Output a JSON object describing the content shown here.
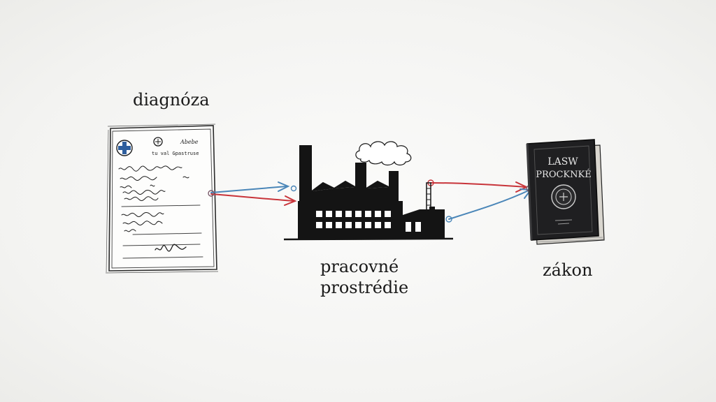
{
  "nodes": {
    "diagnosis": {
      "label": "diagnóza"
    },
    "workplace": {
      "label_line1": "pracovné",
      "label_line2": "prostrédie"
    },
    "law": {
      "label": "zákon"
    }
  },
  "document": {
    "header_text": "tu val Gpastruse",
    "corner_text": "Abebe"
  },
  "book": {
    "title_line1": "LASW",
    "title_line2": "PROCKNKÉ"
  },
  "colors": {
    "ink": "#1a1a1a",
    "arrow_red": "#c8343a",
    "arrow_blue": "#4a86b8",
    "cloud": "#ffffff"
  }
}
